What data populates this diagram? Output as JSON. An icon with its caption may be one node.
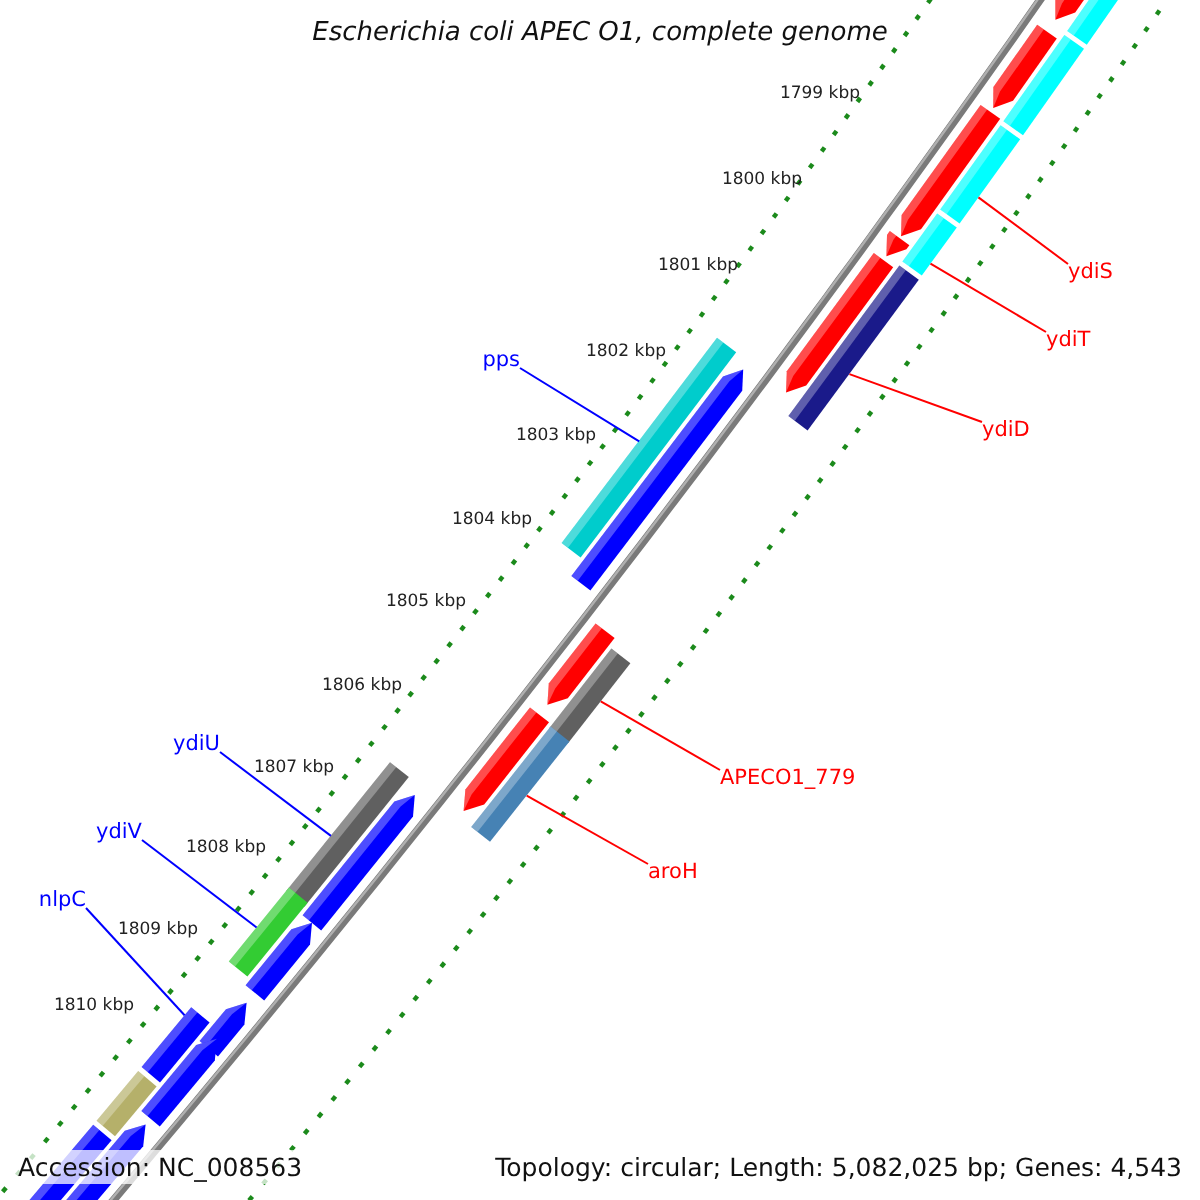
{
  "diagram": {
    "title": "Escherichia coli APEC O1, complete genome",
    "nodes": [
      {
        "text": [
          "ydiS"
        ]
      },
      {
        "text": [
          "ydiT"
        ]
      },
      {
        "text": [
          "pps"
        ]
      },
      {
        "text": [
          "ydiD"
        ]
      },
      {
        "text": [
          "ydiU"
        ]
      },
      {
        "text": [
          "APECO1_779"
        ]
      },
      {
        "text": [
          "ydiV"
        ]
      },
      {
        "text": [
          "aroH"
        ]
      },
      {
        "text": [
          "nlpC"
        ]
      },
      {
        "text": [],
        "shape": "bar"
      },
      {
        "text": [],
        "shape": "bar"
      },
      {
        "text": [],
        "shape": "bar"
      },
      {
        "text": [],
        "shape": "bar"
      },
      {
        "text": [],
        "shape": "bar"
      },
      {
        "text": [],
        "shape": "bar"
      },
      {
        "text": [],
        "shape": "bar"
      },
      {
        "text": [],
        "shape": "bar"
      },
      {
        "text": [],
        "shape": "bar"
      },
      {
        "text": [],
        "shape": "bar"
      },
      {
        "text": [],
        "shape": "bar"
      }
    ],
    "edges": [
      {
        "from": 0,
        "to": 11,
        "arrow": "none"
      },
      {
        "from": 1,
        "to": 12,
        "arrow": "none"
      },
      {
        "from": 2,
        "to": 14,
        "arrow": "none",
        "color": "#0000ff"
      },
      {
        "from": 3,
        "to": 13,
        "arrow": "none"
      },
      {
        "from": 4,
        "to": 17,
        "arrow": "none",
        "color": "#0000ff"
      },
      {
        "from": 5,
        "to": 15,
        "arrow": "none"
      },
      {
        "from": 6,
        "to": 18,
        "arrow": "none",
        "color": "#0000ff"
      },
      {
        "from": 7,
        "to": 16,
        "arrow": "none"
      },
      {
        "from": 8,
        "to": 19,
        "arrow": "none",
        "color": "#0000ff"
      }
    ],
    "labels": [
      "1799 kbp",
      "1800 kbp",
      "1801 kbp",
      "1802 kbp",
      "1803 kbp",
      "1804 kbp",
      "1805 kbp",
      "1806 kbp",
      "1807 kbp",
      "1808 kbp",
      "1809 kbp",
      "1810 kbp",
      "Accession: NC_008563",
      "Topology: circular; Length: 5,082,025 bp; Genes: 4,543"
    ]
  }
}
